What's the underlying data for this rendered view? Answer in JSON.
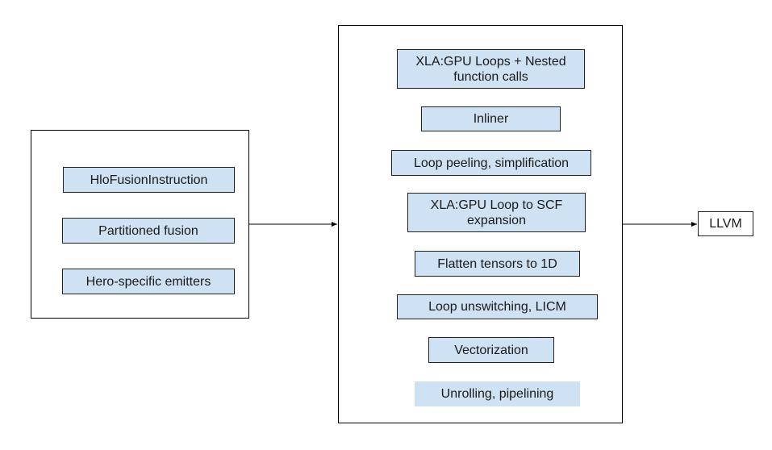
{
  "input_group": {
    "items": [
      {
        "label": "HloFusionInstruction"
      },
      {
        "label": "Partitioned fusion"
      },
      {
        "label": "Hero-specific emitters"
      }
    ]
  },
  "pipeline_group": {
    "passes": [
      {
        "label": "XLA:GPU Loops + Nested function calls"
      },
      {
        "label": "Inliner"
      },
      {
        "label": "Loop peeling, simplification"
      },
      {
        "label": "XLA:GPU Loop to SCF expansion"
      },
      {
        "label": "Flatten tensors to 1D"
      },
      {
        "label": "Loop unswitching, LICM"
      },
      {
        "label": "Vectorization"
      },
      {
        "label": "Unrolling, pipelining"
      }
    ]
  },
  "output": {
    "label": "LLVM"
  },
  "colors": {
    "node_fill": "#cfe2f3",
    "stroke": "#000000"
  }
}
